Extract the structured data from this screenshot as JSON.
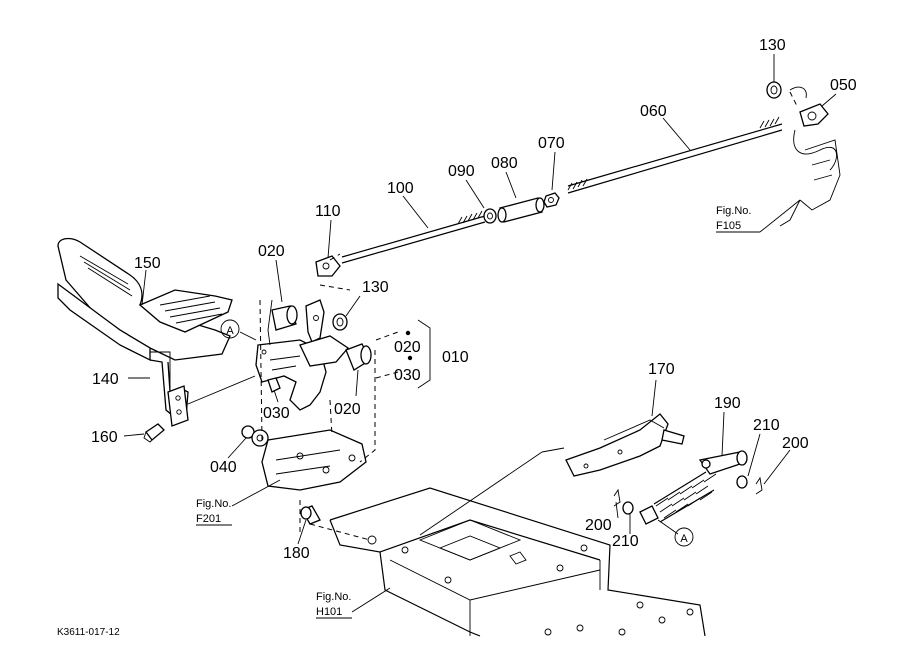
{
  "parts": {
    "p130_top": "130",
    "p050": "050",
    "p060": "060",
    "p070": "070",
    "p080": "080",
    "p090": "090",
    "p100": "100",
    "p110": "110",
    "p020_top": "020",
    "p150": "150",
    "p130_mid": "130",
    "p020_set": "020",
    "p030_set": "030",
    "p010": "010",
    "p140": "140",
    "p030_low": "030",
    "p020_low": "020",
    "p160": "160",
    "p040": "040",
    "p170": "170",
    "p190": "190",
    "p210_right": "210",
    "p200_right": "200",
    "p200_left": "200",
    "p210_left": "210",
    "p180": "180"
  },
  "markers": {
    "a_upper": "A",
    "a_lower": "A"
  },
  "figure_refs": {
    "f105_a": "Fig.No.",
    "f105_b": "F105",
    "f201_a": "Fig.No.",
    "f201_b": "F201",
    "h101_a": "Fig.No.",
    "h101_b": "H101"
  },
  "drawing_code": "K3611-017-12"
}
